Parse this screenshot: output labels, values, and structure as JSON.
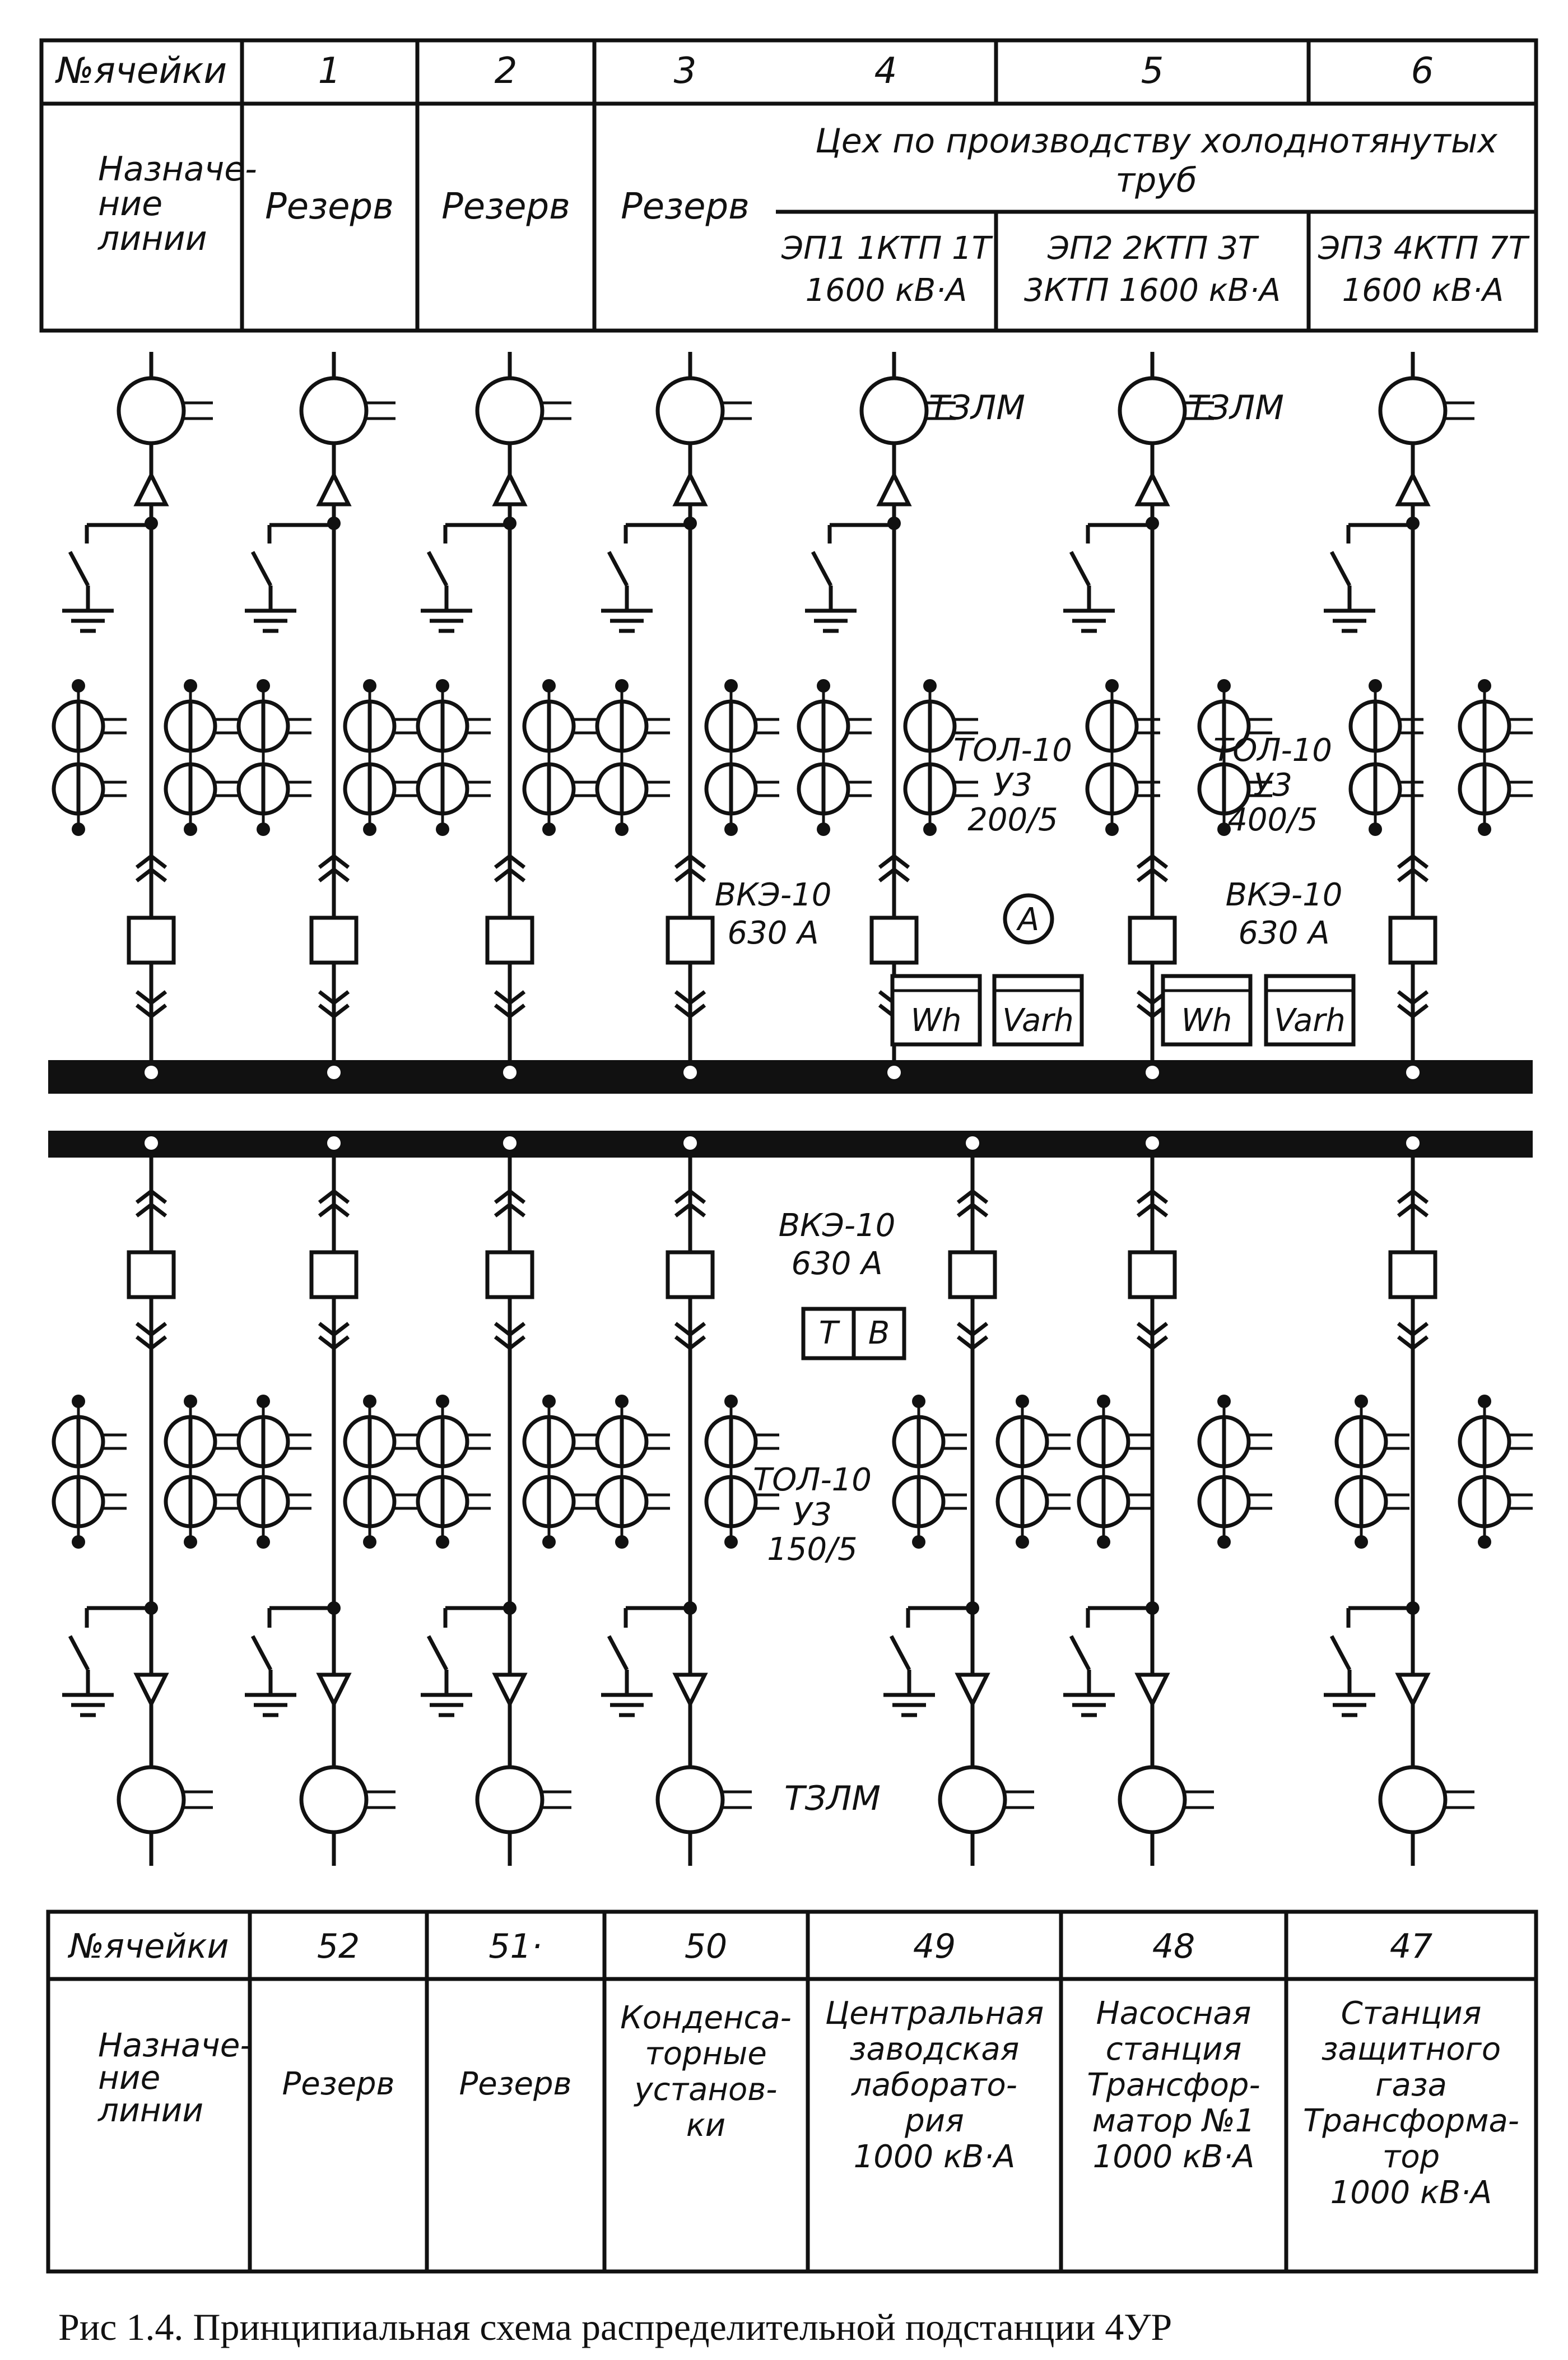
{
  "top_table": {
    "header_label": "№ячейки",
    "purpose_label": "Назначе-\nние\nлинии",
    "cells": [
      {
        "num": "1",
        "purpose": "Резерв"
      },
      {
        "num": "2",
        "purpose": "Резерв"
      },
      {
        "num": "3",
        "purpose": "Резерв"
      },
      {
        "num": "4",
        "purpose": ""
      },
      {
        "num": "5",
        "purpose": ""
      },
      {
        "num": "6",
        "purpose": ""
      }
    ],
    "group_title": "Цех по производству холоднотянутых\nтруб",
    "sub": [
      {
        "line1": "ЭП1 1КТП 1Т",
        "line2": "1600 кВ·А"
      },
      {
        "line1": "ЭП2    2КТП    3Т",
        "line2": "3КТП  1600 кВ·А"
      },
      {
        "line1": "ЭП3 4КТП 7Т",
        "line2": "1600 кВ·А"
      }
    ]
  },
  "bottom_table": {
    "header_label": "№ячейки",
    "purpose_label": "Назначе-\nние\nлинии",
    "cells": [
      {
        "num": "52",
        "purpose": "Резерв"
      },
      {
        "num": "51·",
        "purpose": "Резерв"
      },
      {
        "num": "50",
        "purpose": "Конденса-\nторные\nустанов-\nки"
      },
      {
        "num": "49",
        "purpose": "Центральная\nзаводская\nлаборато-\nрия\n1000 кВ·А"
      },
      {
        "num": "48",
        "purpose": "Насосная\nстанция\nТрансфор-\nматор №1\n1000 кВ·А"
      },
      {
        "num": "47",
        "purpose": "Станция\nзащитного\nгаза\nТрансформа-\nтор\n1000 кВ·А"
      }
    ]
  },
  "labels": {
    "tzlm": "ТЗЛМ",
    "tol_top_a": "ТОЛ-10\nУ3\n200/5",
    "tol_top_b": "ТОЛ-10\nУ3\n400/5",
    "tol_bottom": "ТОЛ-10\nУ3\n150/5",
    "vke": "ВКЭ-10\n630 А",
    "ammeter": "А",
    "meters": [
      "Wh",
      "Varh",
      "Wh",
      "Varh"
    ],
    "tb": [
      "Т",
      "В"
    ]
  },
  "caption": "Рис  1.4. Принципиальная схема распределительной подстанции 4УР"
}
